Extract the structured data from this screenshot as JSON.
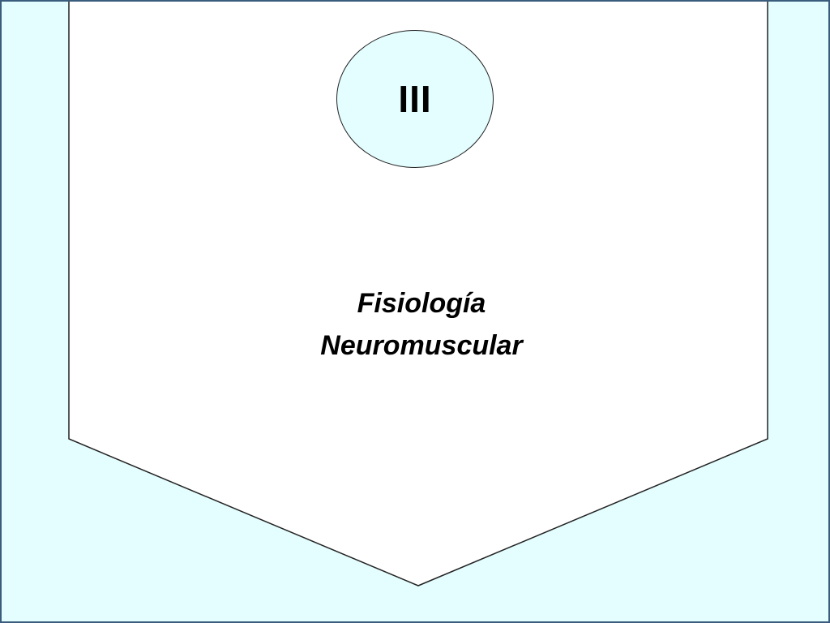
{
  "slide": {
    "badge_text": "III",
    "title_lines": [
      "Fisiología",
      "Neuromuscular"
    ]
  },
  "colors": {
    "background": "#e4fdfe",
    "banner_fill": "#ffffff",
    "outline": "#222222",
    "frame": "#3b5d7d"
  }
}
